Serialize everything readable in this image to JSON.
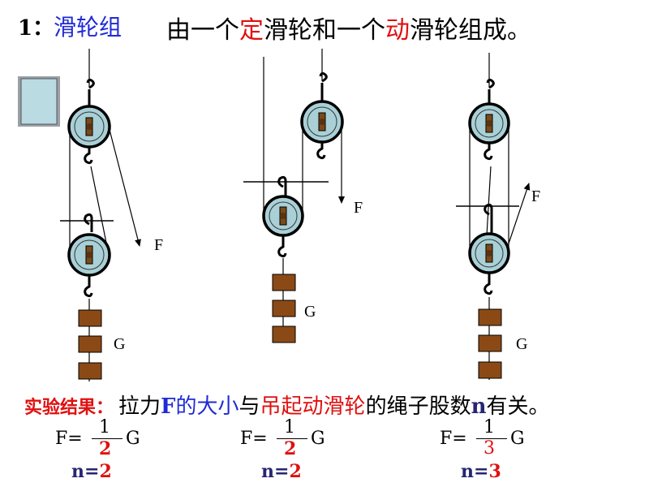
{
  "title": {
    "number": "1：",
    "topic": "滑轮组",
    "text_before": "由一个",
    "highlight_fixed": "定",
    "text_mid": "滑轮和一个",
    "highlight_movable": "动",
    "text_after": "滑轮组成。"
  },
  "labels": {
    "force": "F",
    "weight": "G"
  },
  "result": {
    "lead": "实验结果：",
    "part1": "拉力",
    "part2": "F",
    "part3": "的大小",
    "part4": "与",
    "part5": "吊起",
    "part6": "动滑轮",
    "part7": "的绳子股数",
    "part8": "n",
    "part9": "有关。"
  },
  "formulas": [
    {
      "lhs": "F",
      "eq": "=",
      "numerator": "1",
      "denominator": "2",
      "rhs": "G",
      "n_label": "n=",
      "n_value": "2"
    },
    {
      "lhs": "F",
      "eq": "=",
      "numerator": "1",
      "denominator": "2",
      "rhs": "G",
      "n_label": "n=",
      "n_value": "2"
    },
    {
      "lhs": "F",
      "eq": "=",
      "numerator": "1",
      "denominator": "3",
      "rhs": "G",
      "n_label": "n=",
      "n_value": "3"
    }
  ],
  "colors": {
    "blue_text": "#1f2bd6",
    "red_text": "#e01010",
    "pulley_fill": "#a9d0d7",
    "pulley_axle": "#7a4a1a",
    "weight_block": "#8b4a15",
    "ceiling_box": "#b9dbe1"
  }
}
